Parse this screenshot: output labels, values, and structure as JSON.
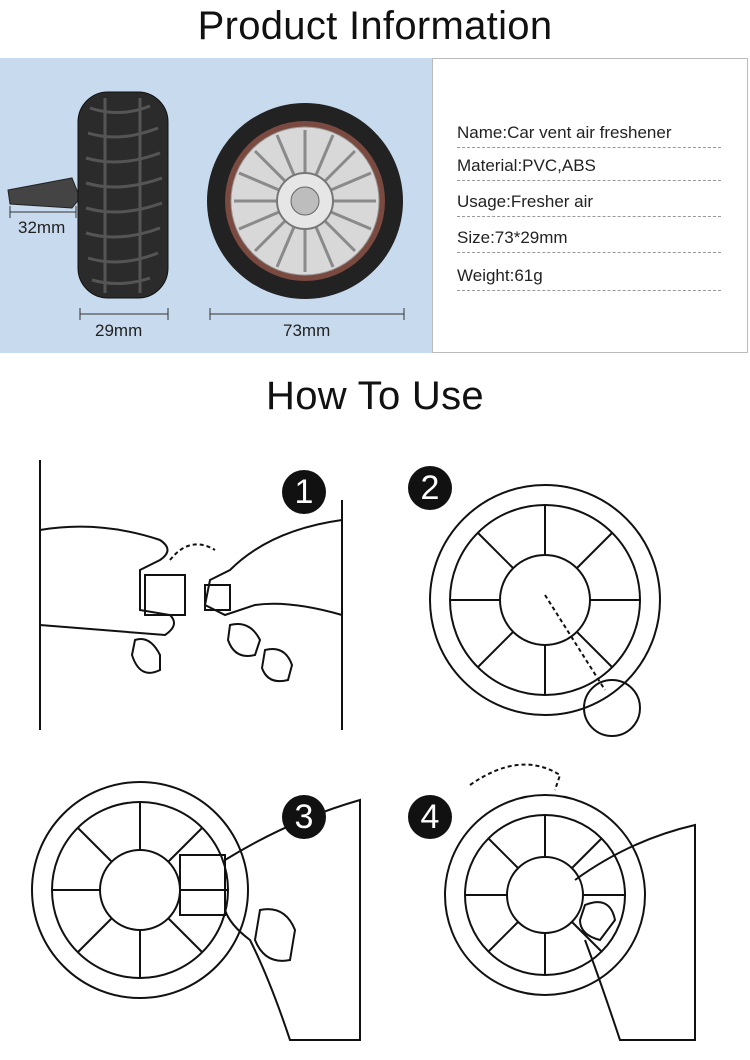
{
  "titles": {
    "product_information": "Product Information",
    "how_to_use": "How To Use"
  },
  "dimensions": {
    "clip_depth": "32mm",
    "width": "29mm",
    "diameter": "73mm"
  },
  "specs": [
    "Name:Car vent air freshener",
    "Material:PVC,ABS",
    "Usage:Fresher air",
    "Size:73*29mm",
    "Weight:61g"
  ],
  "steps": [
    "1",
    "2",
    "3",
    "4"
  ],
  "colors": {
    "photo_background": "#c8daee",
    "badge": "#111111"
  }
}
